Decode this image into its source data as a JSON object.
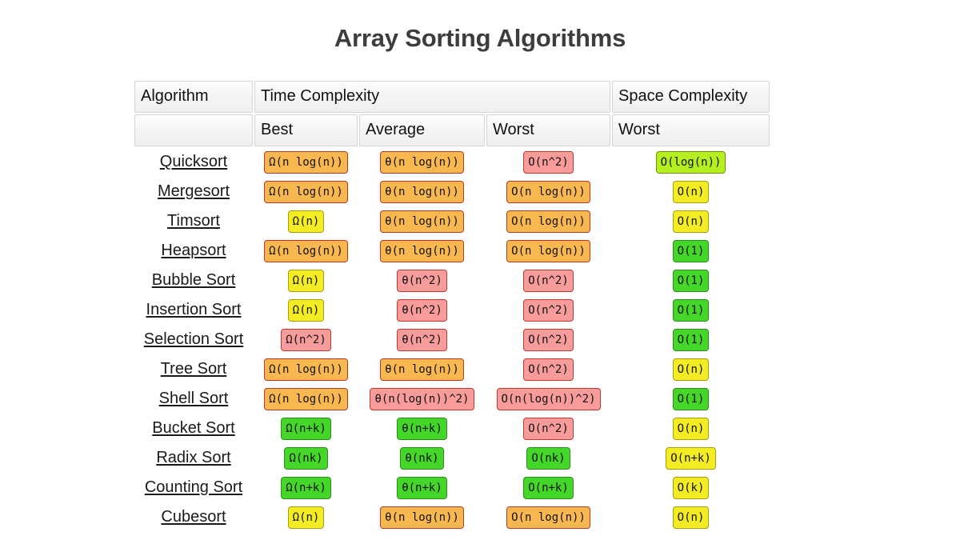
{
  "page": {
    "title": "Array Sorting Algorithms"
  },
  "table": {
    "group_headers": [
      {
        "label": "Algorithm",
        "name": "header-algorithm"
      },
      {
        "label": "Time Complexity",
        "name": "header-time-complexity"
      },
      {
        "label": "Space Complexity",
        "name": "header-space-complexity"
      }
    ],
    "sub_headers": [
      {
        "label": "",
        "name": "subheader-blank"
      },
      {
        "label": "Best",
        "name": "subheader-best"
      },
      {
        "label": "Average",
        "name": "subheader-average"
      },
      {
        "label": "Worst",
        "name": "subheader-time-worst"
      },
      {
        "label": "Worst",
        "name": "subheader-space-worst"
      }
    ],
    "legend_colors": {
      "green": "#45d62a",
      "yellowgreen": "#b6ef1f",
      "yellow": "#f3ec22",
      "orange": "#f9b84f",
      "red": "#f79b9b"
    },
    "rows": [
      {
        "algorithm": "Quicksort",
        "best": {
          "value": "Ω(n log(n))",
          "color": "orange"
        },
        "average": {
          "value": "θ(n log(n))",
          "color": "orange"
        },
        "worst": {
          "value": "O(n^2)",
          "color": "red"
        },
        "space": {
          "value": "O(log(n))",
          "color": "yellowgreen"
        }
      },
      {
        "algorithm": "Mergesort",
        "best": {
          "value": "Ω(n log(n))",
          "color": "orange"
        },
        "average": {
          "value": "θ(n log(n))",
          "color": "orange"
        },
        "worst": {
          "value": "O(n log(n))",
          "color": "orange"
        },
        "space": {
          "value": "O(n)",
          "color": "yellow"
        }
      },
      {
        "algorithm": "Timsort",
        "best": {
          "value": "Ω(n)",
          "color": "yellow"
        },
        "average": {
          "value": "θ(n log(n))",
          "color": "orange"
        },
        "worst": {
          "value": "O(n log(n))",
          "color": "orange"
        },
        "space": {
          "value": "O(n)",
          "color": "yellow"
        }
      },
      {
        "algorithm": "Heapsort",
        "best": {
          "value": "Ω(n log(n))",
          "color": "orange"
        },
        "average": {
          "value": "θ(n log(n))",
          "color": "orange"
        },
        "worst": {
          "value": "O(n log(n))",
          "color": "orange"
        },
        "space": {
          "value": "O(1)",
          "color": "green"
        }
      },
      {
        "algorithm": "Bubble Sort",
        "best": {
          "value": "Ω(n)",
          "color": "yellow"
        },
        "average": {
          "value": "θ(n^2)",
          "color": "red"
        },
        "worst": {
          "value": "O(n^2)",
          "color": "red"
        },
        "space": {
          "value": "O(1)",
          "color": "green"
        }
      },
      {
        "algorithm": "Insertion Sort",
        "best": {
          "value": "Ω(n)",
          "color": "yellow"
        },
        "average": {
          "value": "θ(n^2)",
          "color": "red"
        },
        "worst": {
          "value": "O(n^2)",
          "color": "red"
        },
        "space": {
          "value": "O(1)",
          "color": "green"
        }
      },
      {
        "algorithm": "Selection Sort",
        "best": {
          "value": "Ω(n^2)",
          "color": "red"
        },
        "average": {
          "value": "θ(n^2)",
          "color": "red"
        },
        "worst": {
          "value": "O(n^2)",
          "color": "red"
        },
        "space": {
          "value": "O(1)",
          "color": "green"
        }
      },
      {
        "algorithm": "Tree Sort",
        "best": {
          "value": "Ω(n log(n))",
          "color": "orange"
        },
        "average": {
          "value": "θ(n log(n))",
          "color": "orange"
        },
        "worst": {
          "value": "O(n^2)",
          "color": "red"
        },
        "space": {
          "value": "O(n)",
          "color": "yellow"
        }
      },
      {
        "algorithm": "Shell Sort",
        "best": {
          "value": "Ω(n log(n))",
          "color": "orange"
        },
        "average": {
          "value": "θ(n(log(n))^2)",
          "color": "red"
        },
        "worst": {
          "value": "O(n(log(n))^2)",
          "color": "red"
        },
        "space": {
          "value": "O(1)",
          "color": "green"
        }
      },
      {
        "algorithm": "Bucket Sort",
        "best": {
          "value": "Ω(n+k)",
          "color": "green"
        },
        "average": {
          "value": "θ(n+k)",
          "color": "green"
        },
        "worst": {
          "value": "O(n^2)",
          "color": "red"
        },
        "space": {
          "value": "O(n)",
          "color": "yellow"
        }
      },
      {
        "algorithm": "Radix Sort",
        "best": {
          "value": "Ω(nk)",
          "color": "green"
        },
        "average": {
          "value": "θ(nk)",
          "color": "green"
        },
        "worst": {
          "value": "O(nk)",
          "color": "green"
        },
        "space": {
          "value": "O(n+k)",
          "color": "yellow"
        }
      },
      {
        "algorithm": "Counting Sort",
        "best": {
          "value": "Ω(n+k)",
          "color": "green"
        },
        "average": {
          "value": "θ(n+k)",
          "color": "green"
        },
        "worst": {
          "value": "O(n+k)",
          "color": "green"
        },
        "space": {
          "value": "O(k)",
          "color": "yellow"
        }
      },
      {
        "algorithm": "Cubesort",
        "best": {
          "value": "Ω(n)",
          "color": "yellow"
        },
        "average": {
          "value": "θ(n log(n))",
          "color": "orange"
        },
        "worst": {
          "value": "O(n log(n))",
          "color": "orange"
        },
        "space": {
          "value": "O(n)",
          "color": "yellow"
        }
      }
    ]
  }
}
